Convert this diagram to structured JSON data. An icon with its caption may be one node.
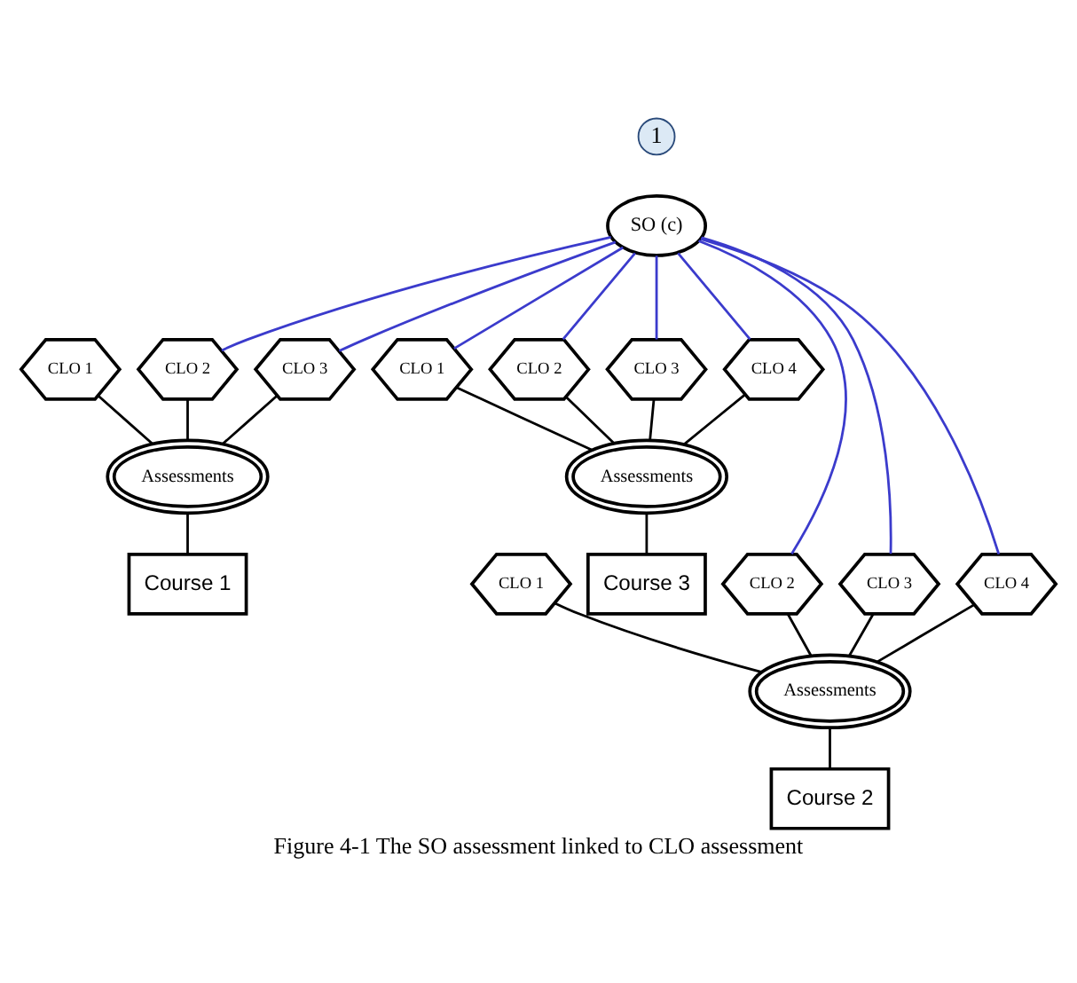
{
  "diagram": {
    "caption": "Figure 4-1 The SO assessment linked to CLO assessment",
    "nodes": [
      {
        "text": [
          "SO (c)"
        ]
      },
      {
        "text": [
          "CLO 1"
        ]
      },
      {
        "text": [
          "CLO 2"
        ]
      },
      {
        "text": [
          "CLO 3"
        ]
      },
      {
        "text": [
          "Assessments"
        ]
      },
      {
        "text": [
          "Course 1"
        ]
      },
      {
        "text": [
          "CLO 1"
        ]
      },
      {
        "text": [
          "CLO 2"
        ]
      },
      {
        "text": [
          "CLO 3"
        ]
      },
      {
        "text": [
          "CLO 4"
        ]
      },
      {
        "text": [
          "Assessments"
        ]
      },
      {
        "text": [
          "Course 3"
        ]
      },
      {
        "text": [
          "CLO 1"
        ]
      },
      {
        "text": [
          "CLO 2"
        ]
      },
      {
        "text": [
          "CLO 3"
        ]
      },
      {
        "text": [
          "CLO 4"
        ]
      },
      {
        "text": [
          "Assessments"
        ]
      },
      {
        "text": [
          "Course 2"
        ]
      }
    ],
    "edges": [
      {
        "from": 0,
        "to": 2,
        "arrow": "none",
        "color": "#3b3bcc"
      },
      {
        "from": 0,
        "to": 3,
        "arrow": "none",
        "color": "#3b3bcc"
      },
      {
        "from": 0,
        "to": 13,
        "arrow": "none",
        "color": "#3b3bcc"
      },
      {
        "from": 0,
        "to": 14,
        "arrow": "none",
        "color": "#3b3bcc"
      },
      {
        "from": 0,
        "to": 15,
        "arrow": "none",
        "color": "#3b3bcc"
      },
      {
        "from": 0,
        "to": 6,
        "arrow": "none",
        "color": "#3b3bcc"
      },
      {
        "from": 0,
        "to": 7,
        "arrow": "none",
        "color": "#3b3bcc"
      },
      {
        "from": 0,
        "to": 8,
        "arrow": "none",
        "color": "#3b3bcc"
      },
      {
        "from": 0,
        "to": 9,
        "arrow": "none",
        "color": "#3b3bcc"
      },
      {
        "from": 1,
        "to": 4,
        "arrow": "none"
      },
      {
        "from": 2,
        "to": 4,
        "arrow": "none"
      },
      {
        "from": 3,
        "to": 4,
        "arrow": "none"
      },
      {
        "from": 4,
        "to": 5,
        "arrow": "none"
      },
      {
        "from": 6,
        "to": 10,
        "arrow": "none"
      },
      {
        "from": 7,
        "to": 10,
        "arrow": "none"
      },
      {
        "from": 8,
        "to": 10,
        "arrow": "none"
      },
      {
        "from": 9,
        "to": 10,
        "arrow": "none"
      },
      {
        "from": 10,
        "to": 11,
        "arrow": "none"
      },
      {
        "from": 12,
        "to": 16,
        "arrow": "none"
      },
      {
        "from": 13,
        "to": 16,
        "arrow": "none"
      },
      {
        "from": 14,
        "to": 16,
        "arrow": "none"
      },
      {
        "from": 15,
        "to": 16,
        "arrow": "none"
      },
      {
        "from": 16,
        "to": 17,
        "arrow": "none"
      }
    ],
    "labels": [
      "1"
    ]
  }
}
